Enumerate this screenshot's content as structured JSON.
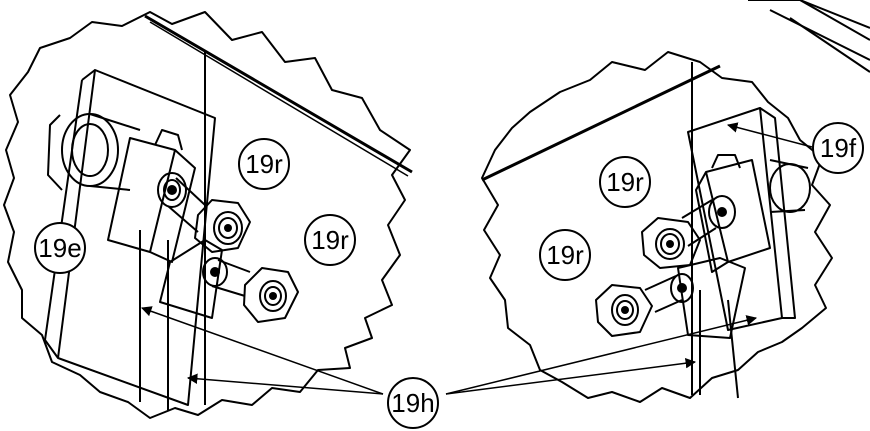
{
  "callouts": [
    {
      "id": "19r_a",
      "text": "19r"
    },
    {
      "id": "19r_b",
      "text": "19r"
    },
    {
      "id": "19e",
      "text": "19e"
    },
    {
      "id": "19r_c",
      "text": "19r"
    },
    {
      "id": "19r_d",
      "text": "19r"
    },
    {
      "id": "19f",
      "text": "19f"
    },
    {
      "id": "19h",
      "text": "19h"
    }
  ],
  "colors": {
    "line": "#000000",
    "background": "#ffffff"
  }
}
